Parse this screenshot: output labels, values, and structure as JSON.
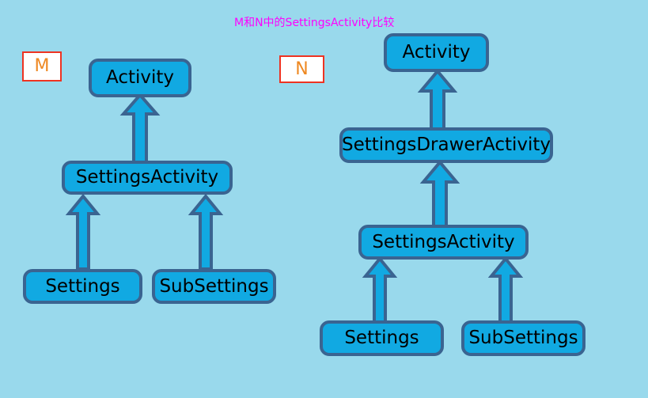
{
  "diagram": {
    "title": "M和N中的SettingsActivity比较",
    "title_color": "#ff00ff",
    "background_color": "#99d9ec",
    "node_fill_color": "#11a9e2",
    "node_border_color": "#3a6491",
    "arrow_fill_color": "#11a9e2",
    "arrow_border_color": "#3a6491",
    "tag_text_color": "#ee8822",
    "tag_border_color": "#ee3322"
  },
  "left": {
    "tag": "M",
    "nodes": {
      "activity": "Activity",
      "settings_activity": "SettingsActivity",
      "settings": "Settings",
      "sub_settings": "SubSettings"
    }
  },
  "right": {
    "tag": "N",
    "nodes": {
      "activity": "Activity",
      "settings_drawer_activity": "SettingsDrawerActivity",
      "settings_activity": "SettingsActivity",
      "settings": "Settings",
      "sub_settings": "SubSettings"
    }
  },
  "edges": [
    {
      "from": "SettingsActivity",
      "to": "Activity",
      "side": "left",
      "kind": "inheritance"
    },
    {
      "from": "Settings",
      "to": "SettingsActivity",
      "side": "left",
      "kind": "inheritance"
    },
    {
      "from": "SubSettings",
      "to": "SettingsActivity",
      "side": "left",
      "kind": "inheritance"
    },
    {
      "from": "SettingsDrawerActivity",
      "to": "Activity",
      "side": "right",
      "kind": "inheritance"
    },
    {
      "from": "SettingsActivity",
      "to": "SettingsDrawerActivity",
      "side": "right",
      "kind": "inheritance"
    },
    {
      "from": "Settings",
      "to": "SettingsActivity",
      "side": "right",
      "kind": "inheritance"
    },
    {
      "from": "SubSettings",
      "to": "SettingsActivity",
      "side": "right",
      "kind": "inheritance"
    }
  ]
}
